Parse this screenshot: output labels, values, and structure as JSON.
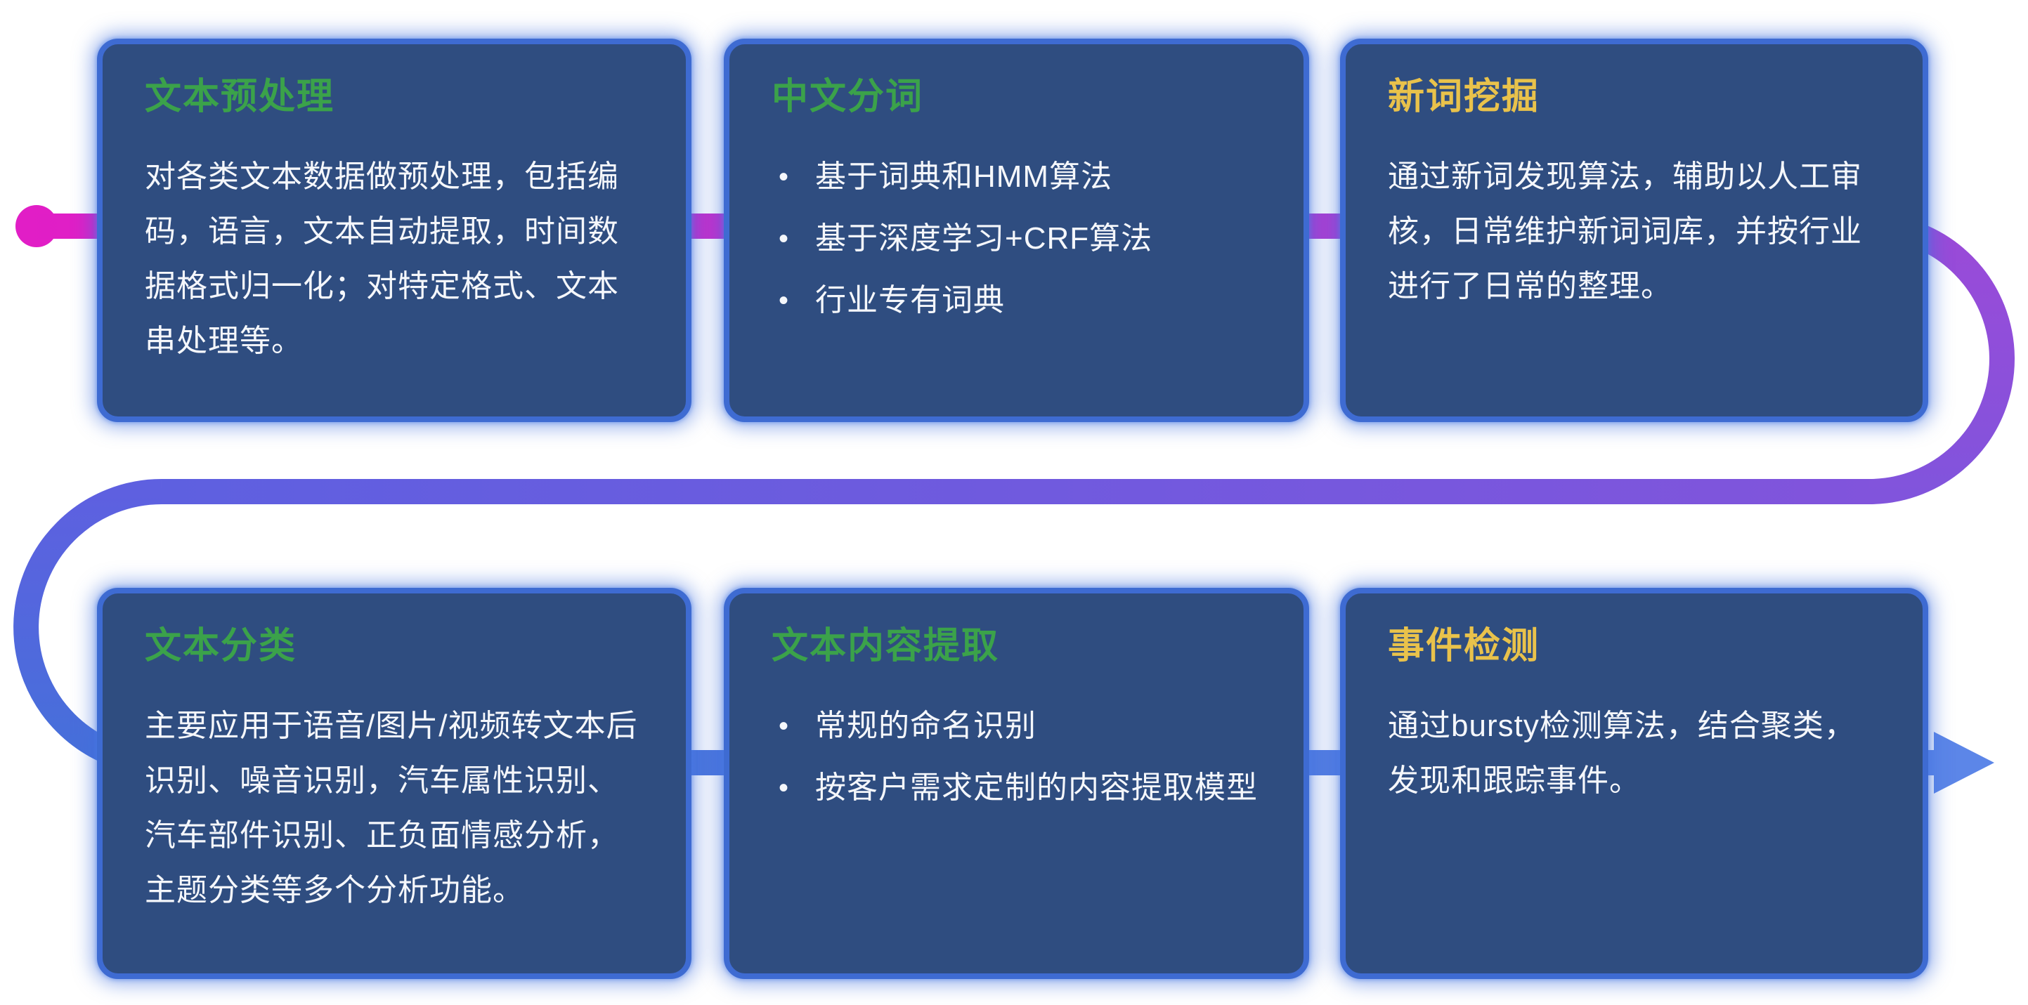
{
  "colors": {
    "background": "#ffffff",
    "card_fill": "#2f4d80",
    "card_border": "#3e6bd2",
    "title_green": "#3ba24a",
    "title_yellow": "#e9c24b",
    "body_text": "#f5f7fb",
    "flow_magenta": "#e11ec6",
    "flow_purple": "#9b4ad8",
    "flow_violet": "#8154dc",
    "flow_indigo": "#5e60e0",
    "flow_blue": "#4570da",
    "flow_blue_light": "#5c86e8"
  },
  "cards": [
    {
      "title": "文本预处理",
      "title_color": "green",
      "description": "对各类文本数据做预处理，包括编码，语言，文本自动提取，时间数据格式归一化；对特定格式、文本串处理等。"
    },
    {
      "title": "中文分词",
      "title_color": "green",
      "bullets": [
        "基于词典和HMM算法",
        "基于深度学习+CRF算法",
        "行业专有词典"
      ]
    },
    {
      "title": "新词挖掘",
      "title_color": "yellow",
      "description": "通过新词发现算法，辅助以人工审核，日常维护新词词库，并按行业进行了日常的整理。"
    },
    {
      "title": "文本分类",
      "title_color": "green",
      "description": "主要应用于语音/图片/视频转文本后识别、噪音识别，汽车属性识别、汽车部件识别、正负面情感分析，主题分类等多个分析功能。"
    },
    {
      "title": "文本内容提取",
      "title_color": "green",
      "bullets": [
        "常规的命名识别",
        "按客户需求定制的内容提取模型"
      ]
    },
    {
      "title": "事件检测",
      "title_color": "yellow",
      "description": "通过bursty检测算法，结合聚类，发现和跟踪事件。"
    }
  ]
}
